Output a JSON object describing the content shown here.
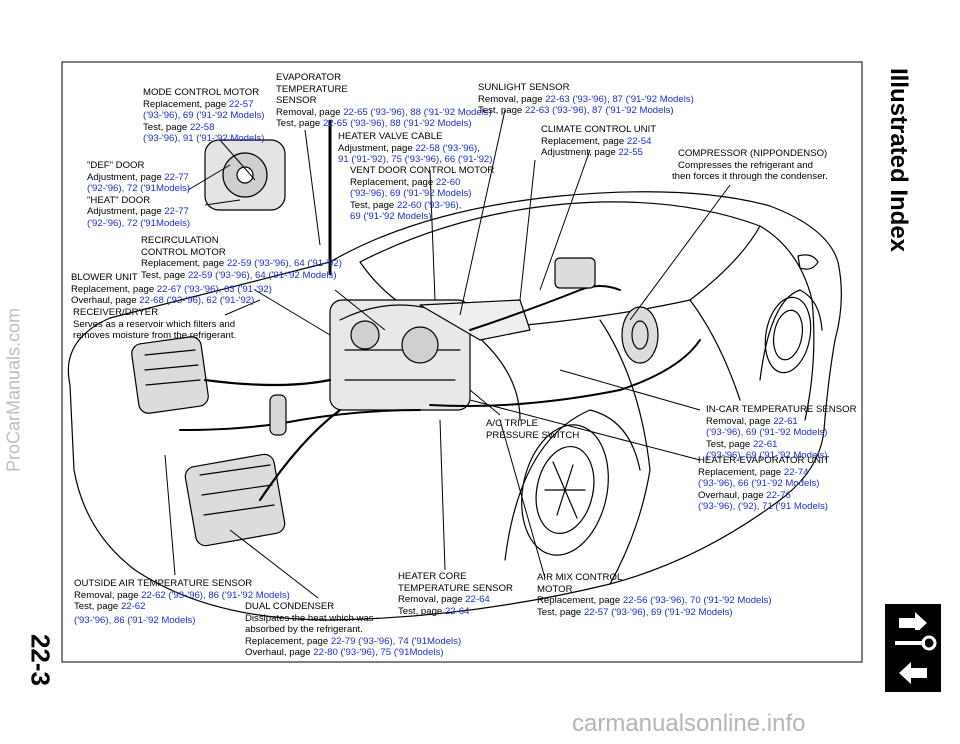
{
  "header": {
    "title": "Illustrated Index"
  },
  "page_number": "22-3",
  "watermarks": {
    "side": "ProCarManuals.com",
    "bottom": "carmanualsonline.info"
  },
  "nav_tabs": [
    "right-arrow-icon",
    "wrench-icon",
    "left-arrow-icon"
  ],
  "labels": {
    "mode_control_motor": {
      "l1": "MODE CONTROL MOTOR",
      "l2a": "Replacement, page ",
      "l2b": "22-57",
      "l3": "('93-'96), 69 ('91-'92 Models)",
      "l4a": "Test, page ",
      "l4b": "22-58",
      "l5": "('93-'96), 91 ('91-'92 Models)"
    },
    "evaporator_sensor": {
      "l1": "EVAPORATOR",
      "l2": "TEMPERATURE",
      "l3": "SENSOR",
      "l4a": "Removal, page ",
      "l4b": "22-65 ('93-'96), 88 ('91-'92 Models)",
      "l5a": "Test, page ",
      "l5b": "22-65 ('93-'96), 88 ('91-'92 Models)"
    },
    "sunlight_sensor": {
      "l1": "SUNLIGHT SENSOR",
      "l2a": "Removal, page ",
      "l2b": "22-63 ('93-'96), 87 ('91-'92 Models)",
      "l3a": "Test, page ",
      "l3b": "22-63 ('93-'96), 87 ('91-'92 Models)"
    },
    "heater_valve_cable": {
      "l1": "HEATER VALVE CABLE",
      "l2a": "Adjustment, page ",
      "l2b": "22-58 ('93-'96),",
      "l3": "91 ('91-'92), 75 ('93-'96), 66 ('91-'92)"
    },
    "climate_control_unit": {
      "l1": "CLIMATE CONTROL UNIT",
      "l2a": "Replacement, page ",
      "l2b": "22-54",
      "l3a": "Adjustment, page ",
      "l3b": "22-55"
    },
    "compressor": {
      "l1": "COMPRESSOR (NIPPONDENSO)",
      "l2": "Compresses the refrigerant and",
      "l3": "then forces it through the condenser."
    },
    "def_door": {
      "l1": "\"DEF\" DOOR",
      "l2a": "Adjustment, page ",
      "l2b": "22-77",
      "l3": "('92-'96), 72 ('91Models)",
      "l4": "\"HEAT\" DOOR",
      "l5a": "Adjustment, page ",
      "l5b": "22-77",
      "l6": "('92-'96), 72 ('91Models)"
    },
    "vent_door_motor": {
      "l1": "VENT DOOR CONTROL MOTOR",
      "l2a": "Replacement, page ",
      "l2b": "22-60",
      "l3": "('93-'96), 69 ('91-'92 Models)",
      "l4a": "Test, page ",
      "l4b": "22-60 ('93-'96),",
      "l5": "69 ('91-'92 Models)"
    },
    "recirculation_motor": {
      "l1": "RECIRCULATION",
      "l2": "CONTROL MOTOR",
      "l3a": "Replacement, page ",
      "l3b": "22-59 ('93-'96), 64 ('91-'92)",
      "l4a": "Test, page ",
      "l4b": "22-59 ('93-'96), 64 ('91-'92 Models)"
    },
    "blower_unit": {
      "l1": "BLOWER UNIT",
      "l2a": "Replacement, page ",
      "l2b": "22-67 ('93-'96), 63 ('91-'92)",
      "l3a": "Overhaul, page ",
      "l3b": "22-68 ('93-'96), 62 ('91-'92)"
    },
    "receiver_dryer": {
      "l1": "RECEIVER/DRYER",
      "l2": "Serves as a reservoir which filters and",
      "l3": "removes moisture from the refrigerant."
    },
    "ac_triple_switch": {
      "l1": "A/C TRIPLE",
      "l2": "PRESSURE SWITCH"
    },
    "in_car_sensor": {
      "l1": "IN-CAR TEMPERATURE SENSOR",
      "l2a": "Removal, page ",
      "l2b": "22-61",
      "l3": "('93-'96), 69 ('91-'92 Models)",
      "l4a": "Test, page ",
      "l4b": "22-61",
      "l5": "('93-'96), 69 ('91-'92 Models)"
    },
    "heater_evaporator_unit": {
      "l1": "HEATER-EVAPORATOR UNIT",
      "l2a": "Replacement, page ",
      "l2b": "22-74",
      "l3": "('93-'96), 66 ('91-'92 Models)",
      "l4a": "Overhaul, page ",
      "l4b": "22-76",
      "l5": "('93-'96), ('92), 71 ('91 Models)"
    },
    "outside_air_sensor": {
      "l1": "OUTSIDE AIR TEMPERATURE SENSOR",
      "l2a": "Removal, page ",
      "l2b": "22-62 ('93-'96), 86 ('91-'92 Models)",
      "l3a": "Test, page ",
      "l3b": "22-62",
      "l4": "('93-'96), 86 ('91-'92 Models)"
    },
    "dual_condenser": {
      "l1": "DUAL CONDENSER",
      "l2": "Dissipates the heat which was",
      "l3": "absorbed by the refrigerant.",
      "l4a": "Replacement, page ",
      "l4b": "22-79 ('93-'96), 74 ('91Models)",
      "l5a": "Overhaul, page ",
      "l5b": "22-80 ('93-'96), 75 ('91Models)"
    },
    "heater_core_sensor": {
      "l1": "HEATER CORE",
      "l2": "TEMPERATURE SENSOR",
      "l3a": "Removal, page ",
      "l3b": "22-64",
      "l4a": "Test, page ",
      "l4b": "22-64"
    },
    "air_mix_motor": {
      "l1": "AIR MIX CONTROL",
      "l2": "MOTOR",
      "l3a": "Replacement, page ",
      "l3b": "22-56 ('93-'96), 70 ('91-'92 Models)",
      "l4a": "Test, page ",
      "l4b": "22-57 ('93-'96), 69 ('91-'92 Models)"
    }
  }
}
